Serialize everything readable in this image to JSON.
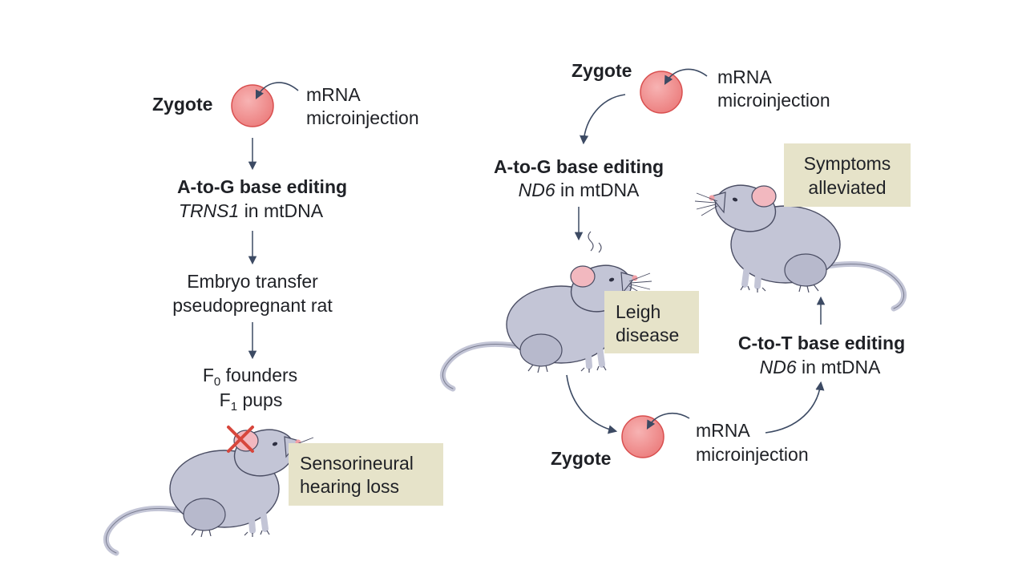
{
  "left": {
    "zygote": "Zygote",
    "injection_line1": "mRNA",
    "injection_line2": "microinjection",
    "step1_title": "A-to-G base editing",
    "step1_gene": "TRNS1",
    "step1_suffix": " in mtDNA",
    "step2_line1": "Embryo transfer",
    "step2_line2": "pseudopregnant rat",
    "step3_f0_letter": "F",
    "step3_f0_sub": "0",
    "step3_f0_text": " founders",
    "step3_f1_letter": "F",
    "step3_f1_sub": "1",
    "step3_f1_text": " pups",
    "outcome_line1": "Sensorineural",
    "outcome_line2": "hearing loss"
  },
  "right": {
    "zygote_top": "Zygote",
    "injection_top_line1": "mRNA",
    "injection_top_line2": "microinjection",
    "step1_title": "A-to-G base editing",
    "step1_gene": "ND6",
    "step1_suffix": " in mtDNA",
    "disease_line1": "Leigh",
    "disease_line2": "disease",
    "zygote_bottom": "Zygote",
    "injection_bottom_line1": "mRNA",
    "injection_bottom_line2": "microinjection",
    "step2_title": "C-to-T base editing",
    "step2_gene": "ND6",
    "step2_suffix": " in mtDNA",
    "outcome_line1": "Symptoms",
    "outcome_line2": "alleviated"
  },
  "colors": {
    "zygote_fill": "#ef8c8c",
    "zygote_stroke": "#d94f4f",
    "mouse_body": "#c3c5d6",
    "mouse_outline": "#4a4d63",
    "label_box": "#e6e3c9",
    "arrow": "#3c4a63",
    "cross": "#d7463c"
  },
  "icons": {
    "zygote": "zygote-cell-icon",
    "mouse": "mouse-icon",
    "cross": "red-x-icon"
  }
}
